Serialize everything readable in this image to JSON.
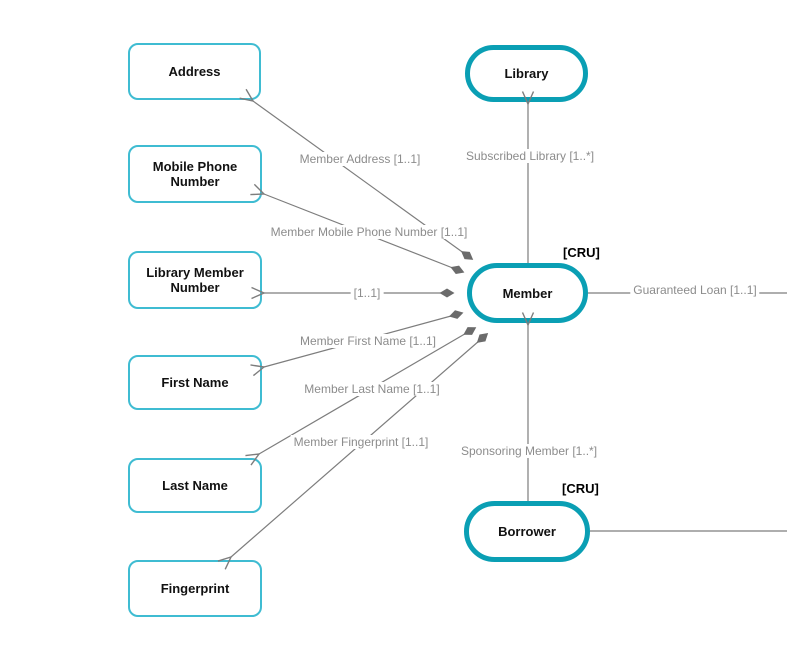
{
  "nodes": {
    "library": "Library",
    "member": "Member",
    "borrower": "Borrower"
  },
  "attributes": {
    "address": "Address",
    "mobile_phone_number": "Mobile Phone Number",
    "library_member_number": "Library Member Number",
    "first_name": "First Name",
    "last_name": "Last Name",
    "fingerprint": "Fingerprint"
  },
  "edge_labels": {
    "member_address": "Member Address [1..1]",
    "subscribed_library": "Subscribed Library [1..*]",
    "member_mobile_phone_number": "Member Mobile Phone Number [1..1]",
    "library_member_number": "[1..1]",
    "member_first_name": "Member First Name [1..1]",
    "member_last_name": "Member Last Name [1..1]",
    "member_fingerprint": "Member Fingerprint [1..1]",
    "sponsoring_member": "Sponsoring Member [1..*]",
    "guaranteed_loan": "Guaranteed Loan [1..1]"
  },
  "badges": {
    "member_cru": "[CRU]",
    "borrower_cru": "[CRU]"
  },
  "colors": {
    "entity_border": "#0a9fb4",
    "attribute_border": "#3fbcd2",
    "edge_line": "#7d7d7d",
    "edge_label_text": "#8c8c8c",
    "diamond_fill": "#6b6b6b",
    "background": "#ffffff"
  }
}
